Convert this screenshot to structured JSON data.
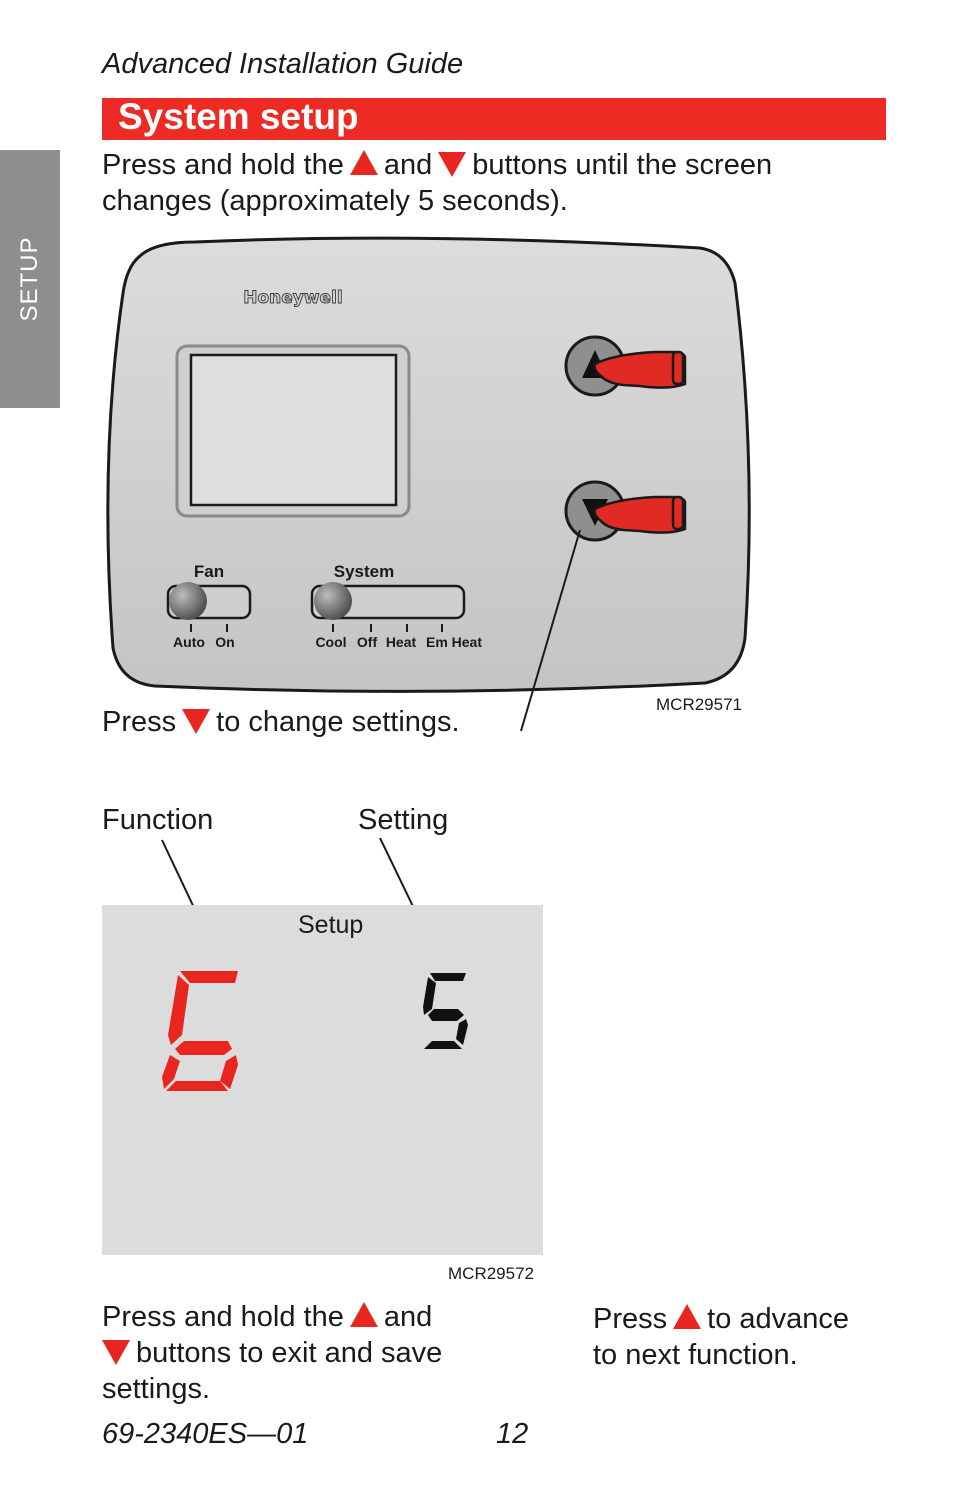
{
  "header": {
    "guide_title": "Advanced Installation Guide",
    "section_title": "System setup",
    "side_tab": "SETUP"
  },
  "intro": {
    "part1": "Press and hold the",
    "and": "and",
    "part2": "buttons until the screen",
    "line2": "changes (approximately 5 seconds)."
  },
  "thermostat": {
    "brand": "Honeywell",
    "fan_label": "Fan",
    "fan_positions": [
      "Auto",
      "On"
    ],
    "system_label": "System",
    "system_positions": [
      "Cool",
      "Off",
      "Heat",
      "Em Heat"
    ],
    "figure_code": "MCR29571"
  },
  "press_down": {
    "press": "Press",
    "rest": "to change settings."
  },
  "display": {
    "function_label": "Function",
    "setting_label": "Setting",
    "setup_word": "Setup",
    "function_digit": "6",
    "setting_digit": "5",
    "figure_code": "MCR29572"
  },
  "exit_instr": {
    "part1": "Press and hold the",
    "and": "and",
    "part2": "buttons to exit and save",
    "line3": "settings."
  },
  "advance_instr": {
    "press": "Press",
    "rest": "to advance",
    "line2": "to next function."
  },
  "footer": {
    "doc_number": "69-2340ES—01",
    "page_number": "12"
  },
  "colors": {
    "accent_red": "#ee2a24",
    "tab_gray": "#8e8e8e",
    "lcd_gray": "#dcdcdc"
  }
}
